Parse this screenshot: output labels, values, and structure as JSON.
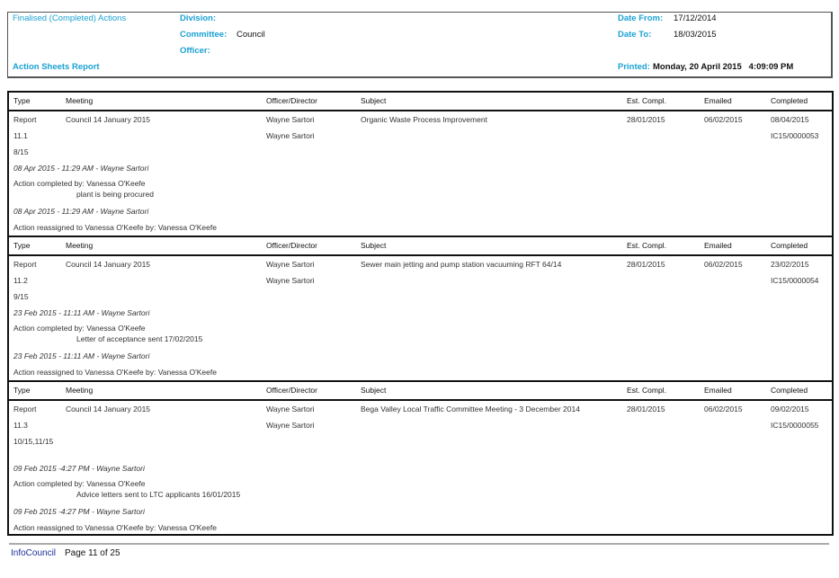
{
  "header": {
    "report_type": "Finalised (Completed) Actions",
    "report_name": "Action Sheets Report",
    "division_label": "Division:",
    "committee_label": "Committee:",
    "committee_value": "Council",
    "officer_label": "Officer:",
    "date_from_label": "Date From:",
    "date_from_value": "17/12/2014",
    "date_to_label": "Date To:",
    "date_to_value": "18/03/2015",
    "printed_label": "Printed:",
    "printed_value": "Monday, 20 April 2015   4:09:09 PM"
  },
  "columns": [
    "Type",
    "Meeting",
    "Officer/Director",
    "Subject",
    "Est. Compl.",
    "Emailed",
    "Completed"
  ],
  "sections": [
    {
      "type": "Report",
      "meeting": "Council 14 January 2015",
      "officer": "Wayne Sartori",
      "subject": "Organic Waste Process Improvement",
      "est": "28/01/2015",
      "emailed": "06/02/2015",
      "completed": "08/04/2015",
      "item": "11.1",
      "officer2": "Wayne Sartori",
      "ref": "IC15/0000053",
      "resolution": "8/15",
      "log1": "08 Apr 2015 - 11:29 AM - Wayne Sartori",
      "completed_by": "Action completed by: Vanessa O'Keefe",
      "note": "plant is being procured",
      "log2": "08 Apr 2015 - 11:29 AM - Wayne Sartori",
      "reassigned": "Action reassigned to Vanessa O'Keefe by: Vanessa O'Keefe"
    },
    {
      "type": "Report",
      "meeting": "Council 14 January 2015",
      "officer": "Wayne Sartori",
      "subject": "Sewer main jetting and pump station vacuuming RFT 64/14",
      "est": "28/01/2015",
      "emailed": "06/02/2015",
      "completed": "23/02/2015",
      "item": "11.2",
      "officer2": "Wayne Sartori",
      "ref": "IC15/0000054",
      "resolution": "9/15",
      "log1": "23 Feb 2015 - 11:11 AM - Wayne Sartori",
      "completed_by": "Action completed by: Vanessa O'Keefe",
      "note": "Letter of acceptance sent 17/02/2015",
      "log2": "23 Feb 2015 - 11:11 AM - Wayne Sartori",
      "reassigned": "Action reassigned to Vanessa O'Keefe by: Vanessa O'Keefe"
    },
    {
      "type": "Report",
      "meeting": "Council 14 January 2015",
      "officer": "Wayne Sartori",
      "subject": "Bega Valley Local Traffic Committee Meeting - 3 December 2014",
      "est": "28/01/2015",
      "emailed": "06/02/2015",
      "completed": "09/02/2015",
      "item": "11.3",
      "officer2": "Wayne Sartori",
      "ref": "IC15/0000055",
      "resolution": "10/15,11/15",
      "log1": "09 Feb 2015 -4:27 PM - Wayne Sartori",
      "completed_by": "Action completed by: Vanessa O'Keefe",
      "note": "Advice letters sent to LTC applicants 16/01/2015",
      "log2": "09 Feb 2015 -4:27 PM - Wayne Sartori",
      "reassigned": "Action reassigned to Vanessa O'Keefe by: Vanessa O'Keefe"
    }
  ],
  "footer": {
    "brand": "InfoCouncil",
    "page": "Page 11 of 25"
  }
}
